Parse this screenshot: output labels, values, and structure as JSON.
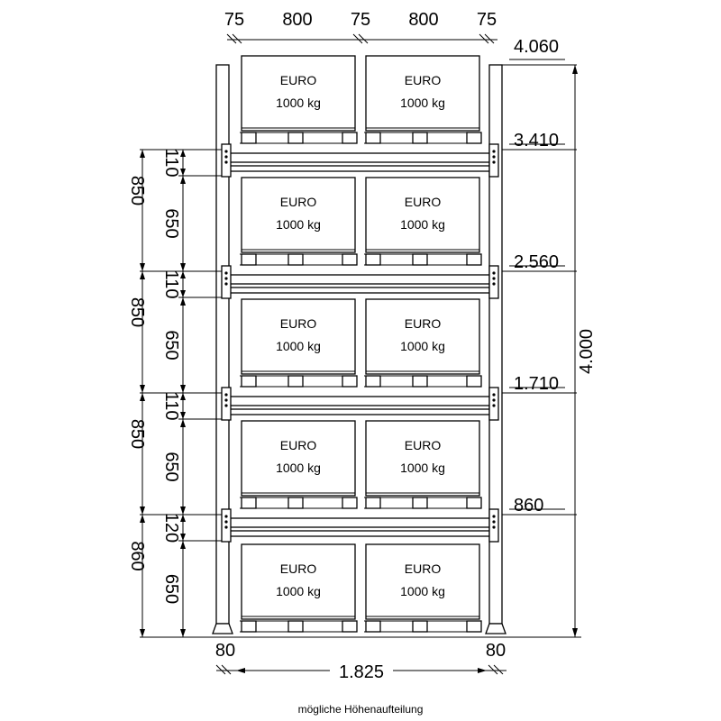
{
  "top_dimensions": {
    "gap_left": "75",
    "bay_left": "800",
    "gap_middle": "75",
    "bay_right": "800",
    "gap_right": "75"
  },
  "bottom_dimensions": {
    "upright_left": "80",
    "total_width": "1.825",
    "upright_right": "80"
  },
  "level_heights": [
    "4.060",
    "3.410",
    "2.560",
    "1.710",
    "860"
  ],
  "total_height": "4.000",
  "left_dimensions": [
    {
      "beam": "110",
      "clear": "650",
      "pitch": "850"
    },
    {
      "beam": "110",
      "clear": "650",
      "pitch": "850"
    },
    {
      "beam": "110",
      "clear": "650",
      "pitch": "850"
    },
    {
      "beam": "120",
      "clear": "650",
      "pitch": "860"
    }
  ],
  "pallets": [
    [
      {
        "type": "EURO",
        "load": "1000 kg"
      },
      {
        "type": "EURO",
        "load": "1000 kg"
      }
    ],
    [
      {
        "type": "EURO",
        "load": "1000 kg"
      },
      {
        "type": "EURO",
        "load": "1000 kg"
      }
    ],
    [
      {
        "type": "EURO",
        "load": "1000 kg"
      },
      {
        "type": "EURO",
        "load": "1000 kg"
      }
    ],
    [
      {
        "type": "EURO",
        "load": "1000 kg"
      },
      {
        "type": "EURO",
        "load": "1000 kg"
      }
    ],
    [
      {
        "type": "EURO",
        "load": "1000 kg"
      },
      {
        "type": "EURO",
        "load": "1000 kg"
      }
    ]
  ],
  "caption": "mögliche Höhenaufteilung"
}
